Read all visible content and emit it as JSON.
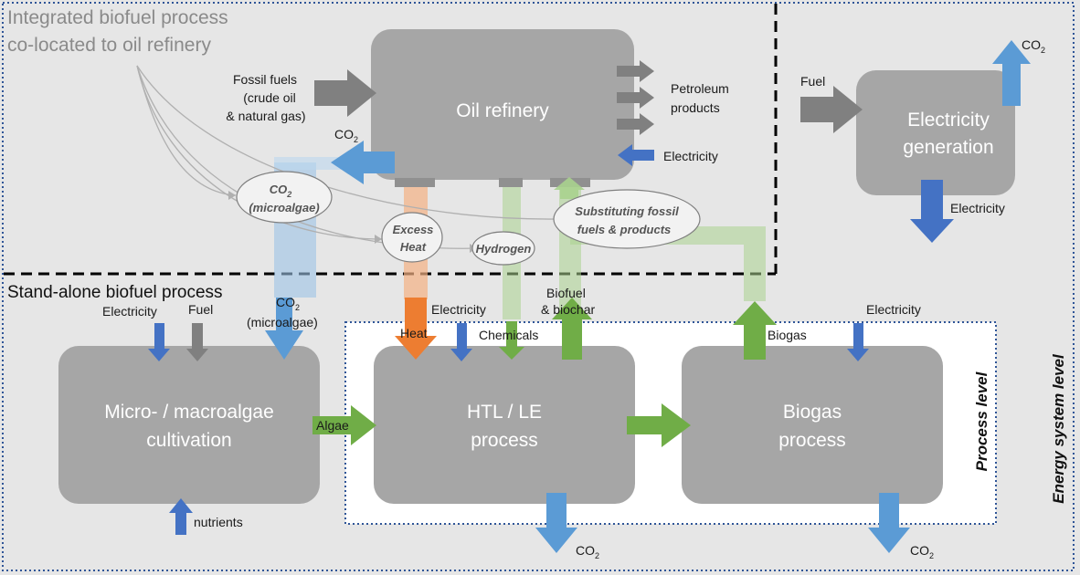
{
  "sections": {
    "integrated_title_line1": "Integrated biofuel process",
    "integrated_title_line2": "co-located  to oil refinery",
    "standalone_title": "Stand-alone biofuel process",
    "process_level": "Process level",
    "energy_system_level": "Energy system level"
  },
  "boxes": {
    "oil_refinery": "Oil refinery",
    "electricity_gen_line1": "Electricity",
    "electricity_gen_line2": "generation",
    "cultivation_line1": "Micro- / macroalgae",
    "cultivation_line2": "cultivation",
    "htl_line1": "HTL / LE",
    "htl_line2": "process",
    "biogas_line1": "Biogas",
    "biogas_line2": "process"
  },
  "ellipses": {
    "co2_microalgae_line1": "CO",
    "co2_microalgae_sub": "2",
    "co2_microalgae_line2": "(microalgae)",
    "excess_heat_line1": "Excess",
    "excess_heat_line2": "Heat",
    "hydrogen": "Hydrogen",
    "substituting_line1": "Substituting fossil",
    "substituting_line2": "fuels & products"
  },
  "labels": {
    "fossil_fuels_line1": "Fossil fuels",
    "fossil_fuels_line2": "(crude oil",
    "fossil_fuels_line3": "& natural gas)",
    "petroleum_line1": "Petroleum",
    "petroleum_line2": "products",
    "electricity": "Electricity",
    "co2": "CO",
    "co2_sub": "2",
    "fuel": "Fuel",
    "co2_microalgae_paren": "(microalgae)",
    "heat": "Heat",
    "chemicals": "Chemicals",
    "biofuel_line1": "Biofuel",
    "biofuel_line2": "& biochar",
    "biogas": "Biogas",
    "algae": "Algae",
    "nutrients": "nutrients"
  },
  "colors": {
    "background": "#e6e6e6",
    "box_fill": "#a6a6a6",
    "grey_arrow": "#808080",
    "blue_dark": "#4472c4",
    "blue_light": "#5b9bd5",
    "green": "#70ad47",
    "orange": "#ed7d31",
    "dashed_black": "#000000",
    "dotted_blue": "#2f5597"
  }
}
